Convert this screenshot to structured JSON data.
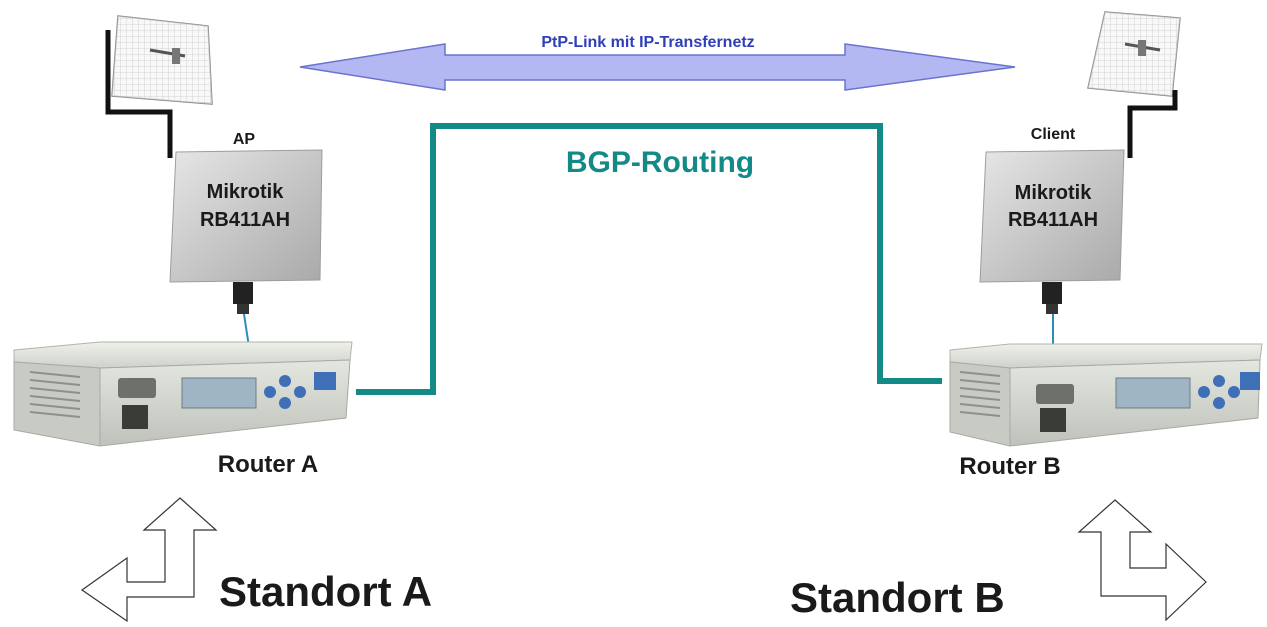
{
  "link": {
    "label": "PtP-Link mit IP-Transfernetz",
    "arrow_color": "#b3b8f2",
    "arrow_stroke": "#6b73cf",
    "label_color": "#2f3fb8"
  },
  "routing": {
    "label": "BGP-Routing",
    "color": "#138a86"
  },
  "left": {
    "role": "AP",
    "radio_line1": "Mikrotik",
    "radio_line2": "RB411AH",
    "router": "Router A",
    "site": "Standort A"
  },
  "right": {
    "role": "Client",
    "radio_line1": "Mikrotik",
    "radio_line2": "RB411AH",
    "router": "Router B",
    "site": "Standort B"
  },
  "colors": {
    "text": "#1a1a1a",
    "radio_body": "#cdcdcd",
    "router_body": "#d9dcd5",
    "router_display": "#9fb5c4",
    "router_buttons": "#3f6fb6",
    "cable": "#2a8fb7"
  },
  "icons": [
    "grid-antenna-icon",
    "radio-enclosure-icon",
    "router-appliance-icon",
    "corner-arrow-icon"
  ]
}
